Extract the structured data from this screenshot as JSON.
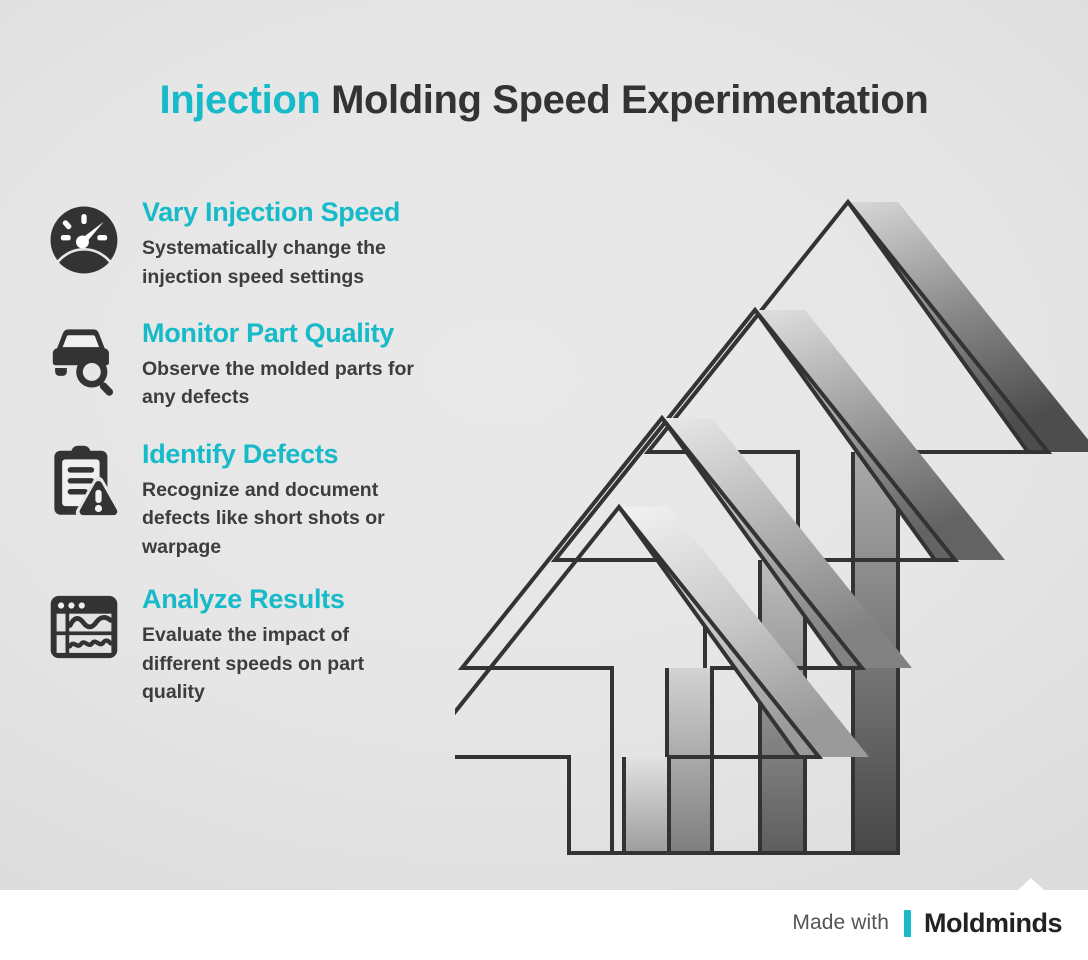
{
  "title": {
    "accent_word": "Injection",
    "rest": " Molding Speed Experimentation",
    "full": "Injection Molding Speed Experimentation"
  },
  "colors": {
    "accent": "#16bac9",
    "heading_text": "#333333",
    "body_text": "#3d3d3d",
    "panel_background": "#e6e6e6",
    "footer_background": "#ffffff",
    "icon_fill": "#333333",
    "arrow_outline": "#333333"
  },
  "steps": [
    {
      "icon": "speedometer-icon",
      "heading": "Vary Injection Speed",
      "description": "Systematically change the injection speed settings"
    },
    {
      "icon": "car-inspection-icon",
      "heading": "Monitor Part Quality",
      "description": "Observe the molded parts for any defects"
    },
    {
      "icon": "clipboard-warning-icon",
      "heading": "Identify Defects",
      "description": "Recognize and document defects like short shots or warpage"
    },
    {
      "icon": "analytics-window-icon",
      "heading": "Analyze Results",
      "description": "Evaluate the impact of different speeds on part quality"
    }
  ],
  "graphic": {
    "name": "ascending-arrows-illustration",
    "description": "Four nested upward-pointing outlined arrows of increasing height with grey gradient fills",
    "arrow_count": 4
  },
  "footer": {
    "made_with": "Made with",
    "brand": "Moldminds"
  }
}
